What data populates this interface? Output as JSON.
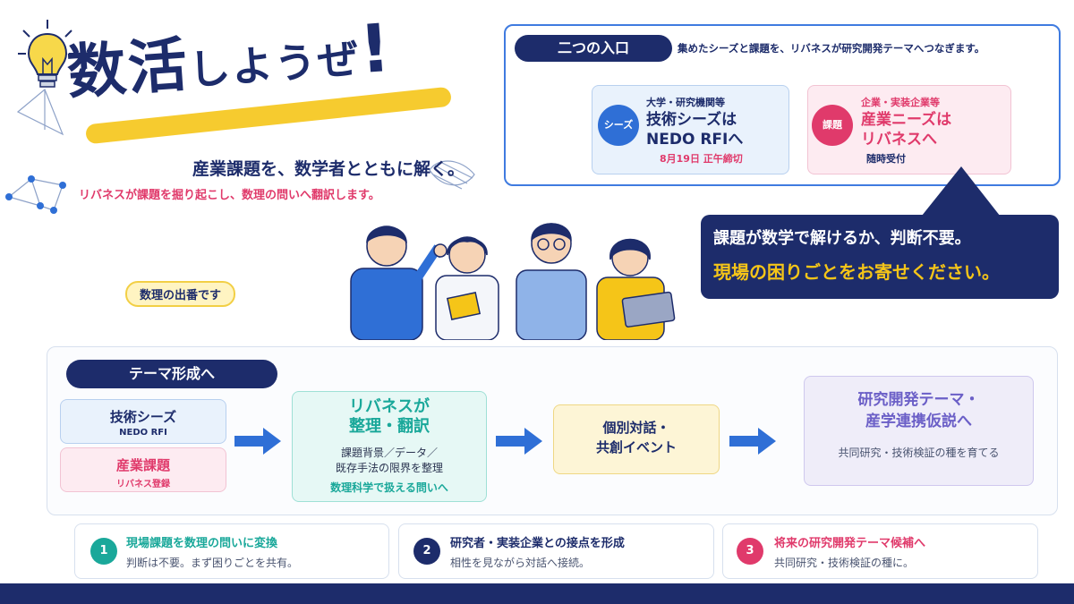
{
  "hero": {
    "title_main": "数活",
    "title_small": "しようぜ",
    "title_bang": "!",
    "subtitle": "産業課題を、数学者とともに解く。",
    "tagline": "リバネスが課題を掘り起こし、数理の問いへ翻訳します。",
    "badge": "数理の出番です"
  },
  "entry": {
    "label": "二つの入口",
    "description": "集めたシーズと課題を、リバネスが研究開発テーマへつなぎます。",
    "seeds_card": {
      "tag": "シーズ",
      "org": "大学・研究機関等",
      "line1": "技術シーズは",
      "line2": "NEDO RFIへ",
      "deadline": "8月19日 正午締切"
    },
    "needs_card": {
      "tag": "課題",
      "org": "企業・実装企業等",
      "line1": "産業ニーズは",
      "line2": "リバネスへ",
      "deadline": "随時受付"
    }
  },
  "callout": {
    "line1": "課題が数学で解けるか、判断不要。",
    "line2": "現場の困りごとをお寄せください。"
  },
  "flow": {
    "label": "テーマ形成へ",
    "input_seeds": {
      "title": "技術シーズ",
      "sub": "NEDO RFI"
    },
    "input_needs": {
      "title": "産業課題",
      "sub": "リバネス登録"
    },
    "step1": {
      "title_line1": "リバネスが",
      "title_line2": "整理・翻訳",
      "body_line1": "課題背景／データ／",
      "body_line2": "既存手法の限界を整理",
      "footer": "数理科学で扱える問いへ"
    },
    "step2": {
      "line1": "個別対話・",
      "line2": "共創イベント"
    },
    "step3": {
      "line1": "研究開発テーマ・",
      "line2": "産学連携仮説へ",
      "sub": "共同研究・技術検証の種を育てる"
    }
  },
  "points": [
    {
      "num": "1",
      "title": "現場課題を数理の問いに変換",
      "sub": "判断は不要。まず困りごとを共有。",
      "color": "#1aa89a"
    },
    {
      "num": "2",
      "title": "研究者・実装企業との接点を形成",
      "sub": "相性を見ながら対話へ接続。",
      "color": "#1d2c6b"
    },
    {
      "num": "3",
      "title": "将来の研究開発テーマ候補へ",
      "sub": "共同研究・技術検証の種に。",
      "color": "#e03a6b"
    }
  ],
  "colors": {
    "navy": "#1d2c6b",
    "teal": "#1aa89a",
    "pink": "#e03a6b",
    "blue": "#2f6fd6",
    "yellow": "#f5c518",
    "purple": "#6b5fc7"
  },
  "icons": [
    "lightbulb-icon",
    "arrow-right-icon",
    "people-illustration"
  ]
}
